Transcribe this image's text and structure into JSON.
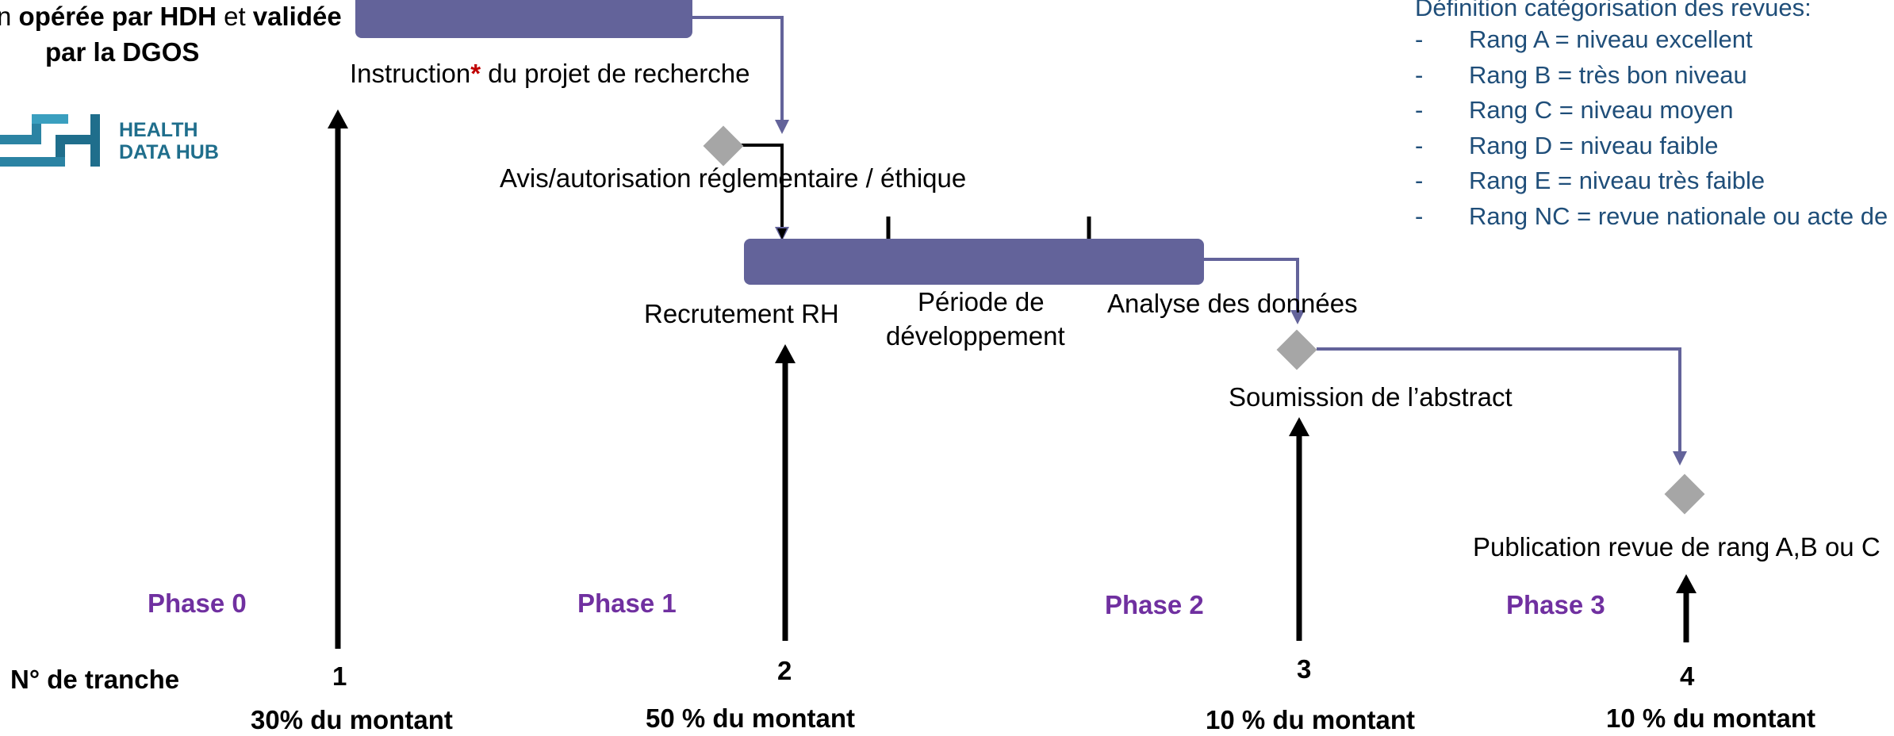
{
  "top_left_note": {
    "line1_part1": "n ",
    "line1_bold1": "opérée par HDH",
    "line1_part2": " et ",
    "line1_bold2": "validée",
    "line2_bold": "par la DGOS"
  },
  "logo": {
    "icon": "health-data-hub-logo",
    "line1": "HEALTH",
    "line2": "DATA HUB"
  },
  "legend": {
    "title": "Définition catégorisation des revues:",
    "items": [
      {
        "dash": "-",
        "text": "Rang A = niveau excellent"
      },
      {
        "dash": "-",
        "text": "Rang B = très bon niveau"
      },
      {
        "dash": "-",
        "text": "Rang C = niveau moyen"
      },
      {
        "dash": "-",
        "text": "Rang D = niveau faible"
      },
      {
        "dash": "-",
        "text": "Rang E = niveau très faible"
      },
      {
        "dash": "-",
        "text": "Rang NC = revue nationale ou acte de"
      }
    ]
  },
  "steps": {
    "instruction_prefix": "Instruction",
    "instruction_star": "*",
    "instruction_suffix": " du projet de recherche",
    "avis": "Avis/autorisation réglementaire / éthique",
    "recrutement": "Recrutement RH",
    "periode_line1": "Période de",
    "periode_line2": "développement",
    "analyse": "Analyse des données",
    "soumission": "Soumission de l’abstract",
    "publication": "Publication revue de rang A,B ou C"
  },
  "phases": [
    "Phase 0",
    "Phase 1",
    "Phase 2",
    "Phase 3"
  ],
  "tranche_label": "N° de tranche",
  "tranches": [
    {
      "number": "1",
      "amount": "30% du montant"
    },
    {
      "number": "2",
      "amount": "50 % du montant"
    },
    {
      "number": "3",
      "amount": "10  % du montant"
    },
    {
      "number": "4",
      "amount": "10  % du montant"
    }
  ],
  "colors": {
    "bar": "#63639a",
    "phase": "#7030a0",
    "legend": "#1f4e79",
    "diamond": "#a6a6a6",
    "star": "#c00000"
  }
}
